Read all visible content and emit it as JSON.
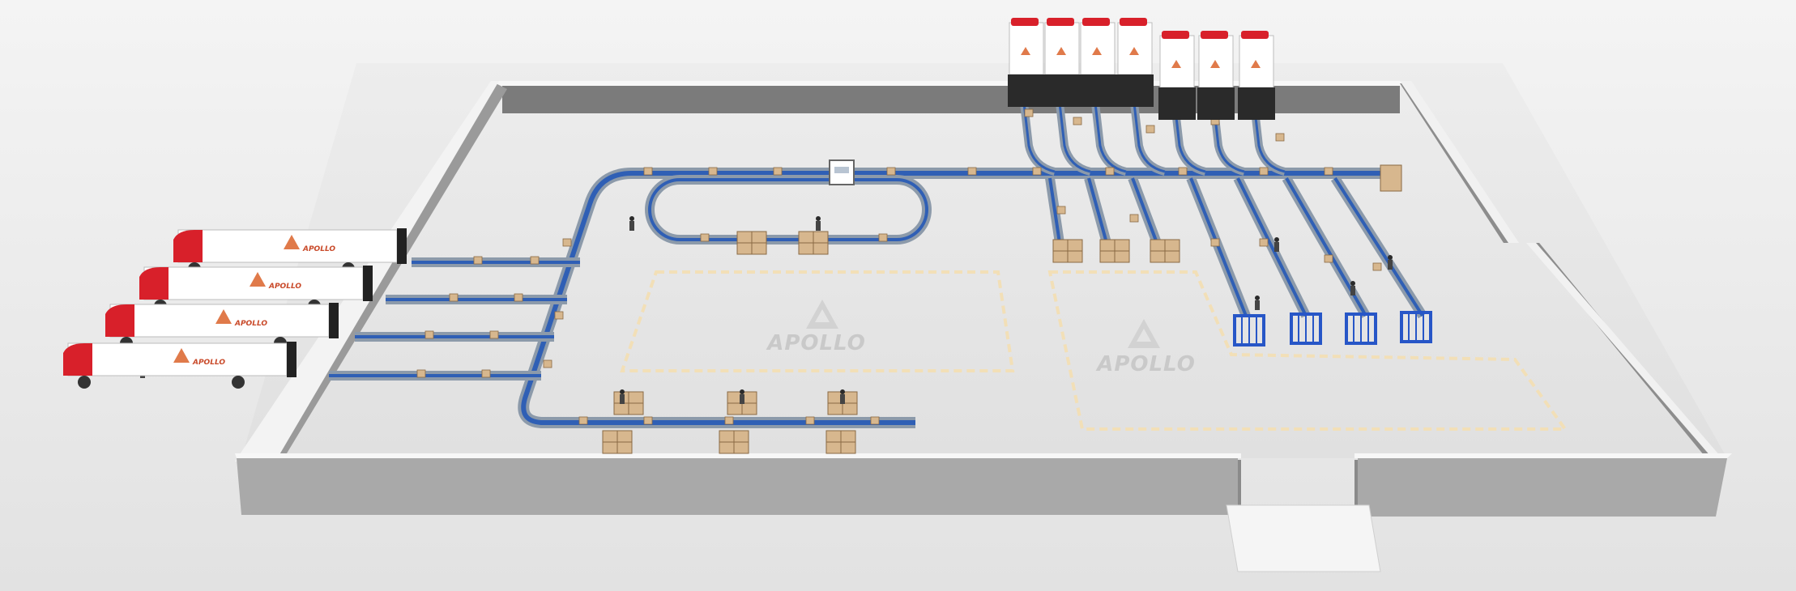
{
  "floor_logos": [
    {
      "id": "left",
      "text": "APOLLO"
    },
    {
      "id": "right",
      "text": "APOLLO"
    }
  ],
  "truck_logo_text": "APOLLO",
  "colors": {
    "background": "#ececec",
    "floor": "#e6e6e6",
    "wall_top": "#f7f7f7",
    "wall_inner": "#7b7b7b",
    "wall_outer": "#a9a9a9",
    "conveyor_frame": "#8c9aaa",
    "conveyor_belt": "#2f5fb5",
    "truck_cab": "#d8202a",
    "truck_body": "#ffffff",
    "cage": "#2756c7",
    "zone_line": "#f2dfb7",
    "box": "#d7b78e"
  },
  "icons": {
    "truck": "truck-icon",
    "parcel": "parcel-box-icon",
    "worker": "worker-icon",
    "cage": "roll-cage-icon",
    "pallet": "pallet-icon",
    "scanner": "scanner-arch-icon"
  }
}
